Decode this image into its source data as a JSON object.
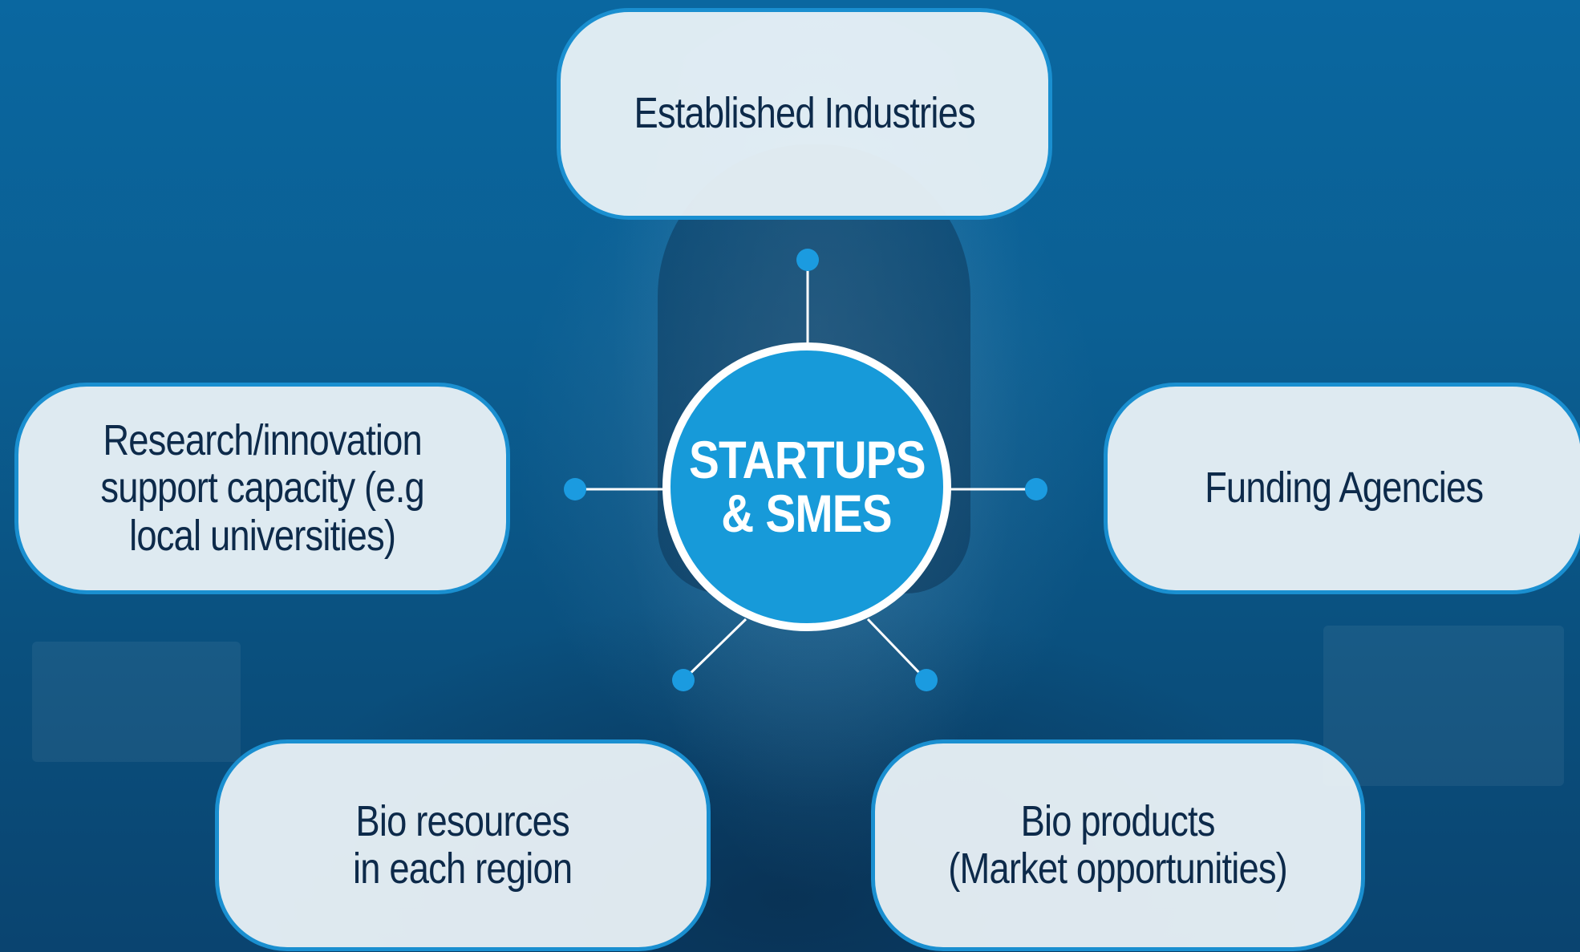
{
  "hub": {
    "line1": "STARTUPS",
    "line2": "& SMES"
  },
  "nodes": {
    "top": "Established Industries",
    "left": "Research/innovation\nsupport capacity (e.g\nlocal universities)",
    "right": "Funding Agencies",
    "bottom_left": "Bio resources\nin each region",
    "bottom_right": "Bio products\n(Market opportunities)"
  },
  "colors": {
    "background": "#0b5f93",
    "node_fill": "#ecf3f8",
    "node_border": "#1a8fd0",
    "node_text": "#0d2a4a",
    "hub_fill": "#179ad9",
    "hub_text": "#ffffff",
    "connector": "#ffffff",
    "connector_dot": "#1b9be0"
  }
}
